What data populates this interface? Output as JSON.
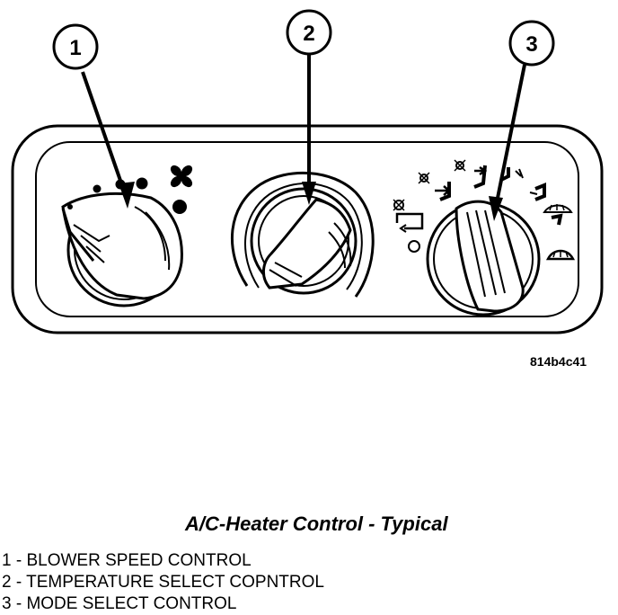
{
  "callouts": [
    "1",
    "2",
    "3"
  ],
  "figure_id": "814b4c41",
  "caption": "A/C-Heater Control - Typical",
  "legend": [
    "1 - BLOWER SPEED CONTROL",
    "2 - TEMPERATURE SELECT COPNTROL",
    "3 - MODE SELECT CONTROL"
  ],
  "icons": {
    "blower": "fan-icon",
    "recirculation": "recirculation-icon",
    "modes": [
      "panel-vent-icon",
      "bi-level-icon",
      "floor-icon",
      "floor-defrost-icon",
      "defrost-icon"
    ]
  }
}
